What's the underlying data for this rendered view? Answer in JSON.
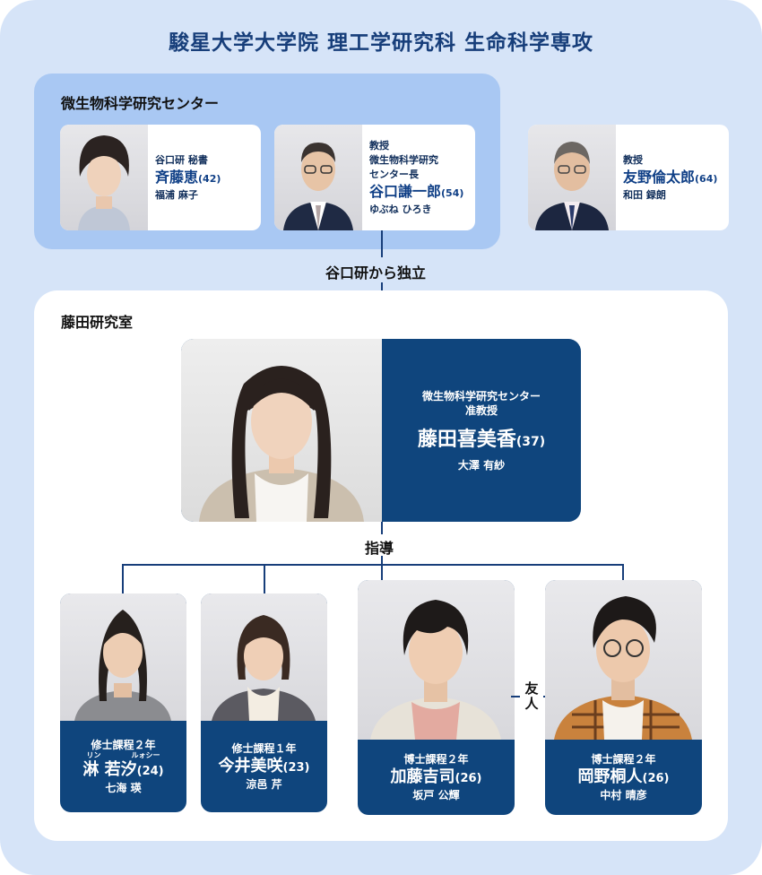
{
  "title": "駿星大学大学院 理工学研究科 生命科学専攻",
  "center": {
    "label": "微生物科学研究センター",
    "people": [
      {
        "role": "谷口研 秘書",
        "name": "斉藤恵",
        "age": "(42)",
        "actor": "福浦 麻子"
      },
      {
        "role_line1": "教授",
        "role_line2": "微生物科学研究",
        "role_line3": "センター長",
        "name": "谷口謙一郎",
        "age": "(54)",
        "actor": "ゆぶね ひろき"
      }
    ]
  },
  "outside": {
    "role": "教授",
    "name": "友野倫太郎",
    "age": "(64)",
    "actor": "和田 録朗"
  },
  "edges": {
    "independent": "谷口研から独立",
    "guidance": "指導",
    "friend_1": "友",
    "friend_2": "人"
  },
  "lab": {
    "label": "藤田研究室",
    "head": {
      "role_line1": "微生物科学研究センター",
      "role_line2": "准教授",
      "name": "藤田喜美香",
      "age": "(37)",
      "actor": "大澤 有紗"
    },
    "students": [
      {
        "role": "修士課程２年",
        "ruby1": "リン",
        "ruby2": "ルォシー",
        "name": "淋 若汐",
        "age": "(24)",
        "actor": "七海 瑛"
      },
      {
        "role": "修士課程１年",
        "name": "今井美咲",
        "age": "(23)",
        "actor": "涼邑 芹"
      },
      {
        "role": "博士課程２年",
        "name": "加藤吉司",
        "age": "(26)",
        "actor": "坂戸 公輝"
      },
      {
        "role": "博士課程２年",
        "name": "岡野桐人",
        "age": "(26)",
        "actor": "中村 晴彦"
      }
    ]
  },
  "colors": {
    "navy": "#0f457d",
    "outer_bg": "#d6e4f8",
    "center_bg": "#a9c8f3"
  }
}
